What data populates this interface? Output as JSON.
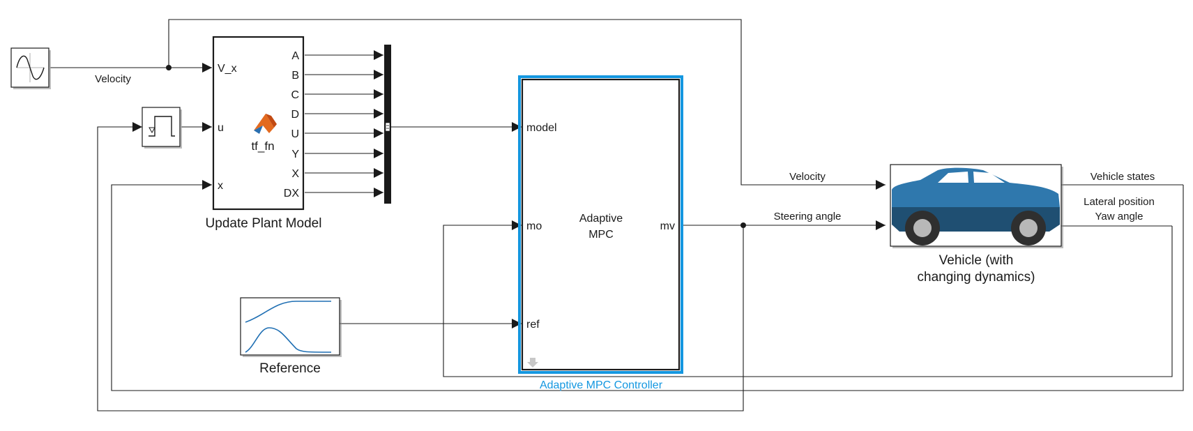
{
  "blocks": {
    "sine_wave": {},
    "unit_delay": {},
    "update_plant_model": {
      "title": "Update Plant Model",
      "function_name": "tf_fn",
      "inputs": [
        "V_x",
        "u",
        "x"
      ],
      "outputs": [
        "A",
        "B",
        "C",
        "D",
        "U",
        "Y",
        "X",
        "DX"
      ]
    },
    "adaptive_mpc": {
      "title_line1": "Adaptive",
      "title_line2": "MPC",
      "inputs": [
        "model",
        "mo",
        "ref"
      ],
      "output": "mv",
      "caption": "Adaptive MPC Controller"
    },
    "reference": {
      "title": "Reference"
    },
    "vehicle": {
      "title_line1": "Vehicle (with",
      "title_line2": "changing dynamics)",
      "input_velocity": "Velocity",
      "input_steering": "Steering angle",
      "output_states": "Vehicle states",
      "output_line1": "Lateral position",
      "output_line2": "Yaw angle"
    }
  },
  "signals": {
    "velocity_label": "Velocity"
  },
  "colors": {
    "subsystem_highlight": "#1497e0",
    "car_body": "#2f78ad",
    "car_lower": "#1f4f72",
    "matlab_icon": "#e36a1f"
  }
}
